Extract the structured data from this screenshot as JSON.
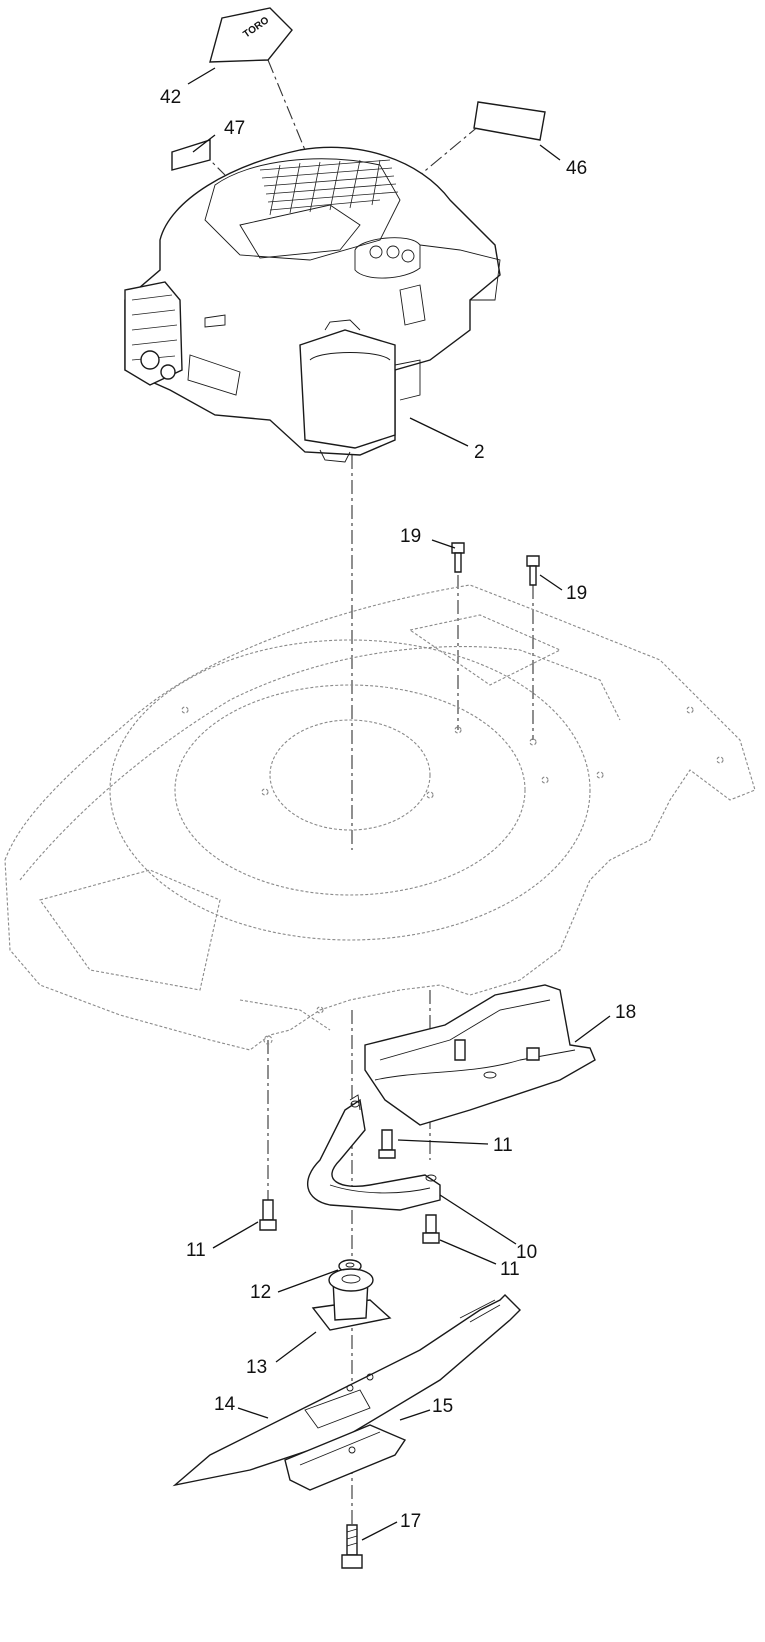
{
  "callouts": {
    "c42": "42",
    "c47": "47",
    "c46": "46",
    "c2": "2",
    "c19a": "19",
    "c19b": "19",
    "c18": "18",
    "c11a": "11",
    "c10": "10",
    "c11b": "11",
    "c11c": "11",
    "c12": "12",
    "c13": "13",
    "c14": "14",
    "c15": "15",
    "c17": "17"
  },
  "decal": {
    "brand_text": "TORO"
  }
}
